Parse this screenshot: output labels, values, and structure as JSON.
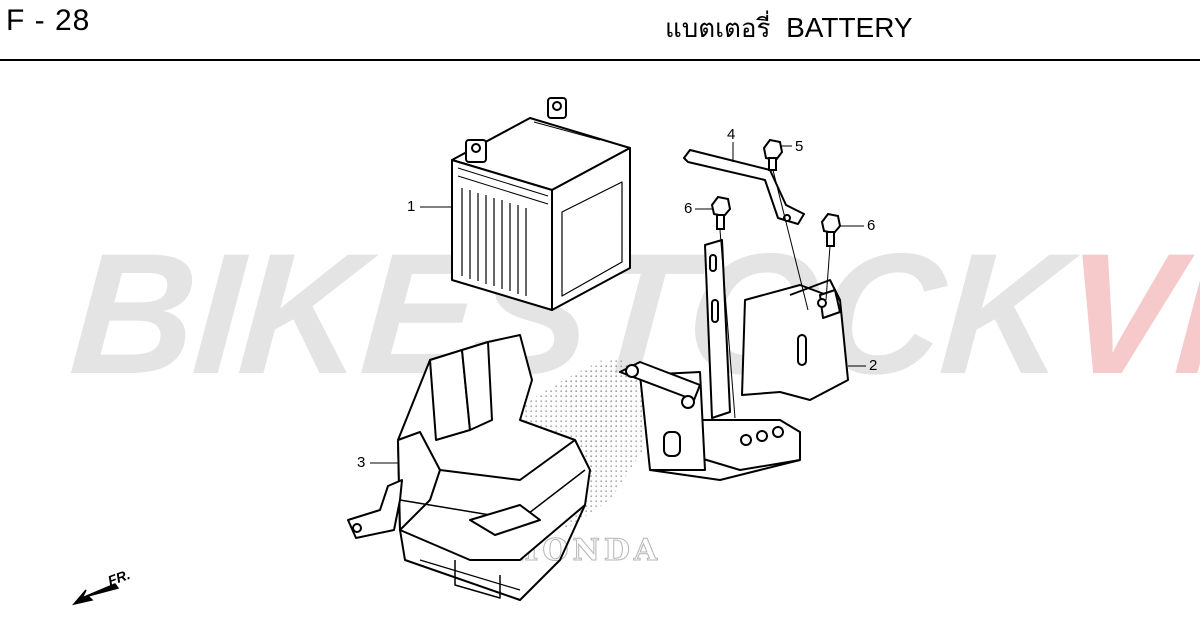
{
  "header": {
    "page_code": "F - 28",
    "title_thai": "แบตเตอรี่",
    "title_en": "BATTERY"
  },
  "watermark": {
    "part1": "BIKESTOCK",
    "part2": "VN",
    "color_part1": "#e4e4e4",
    "color_part2": "#f6c9cb"
  },
  "brand_mark": "HONDA",
  "front_indicator": "FR.",
  "callouts": [
    "1",
    "2",
    "3",
    "4",
    "5",
    "6",
    "6"
  ],
  "icons": {
    "front_arrow": "arrow-down-left-icon"
  }
}
